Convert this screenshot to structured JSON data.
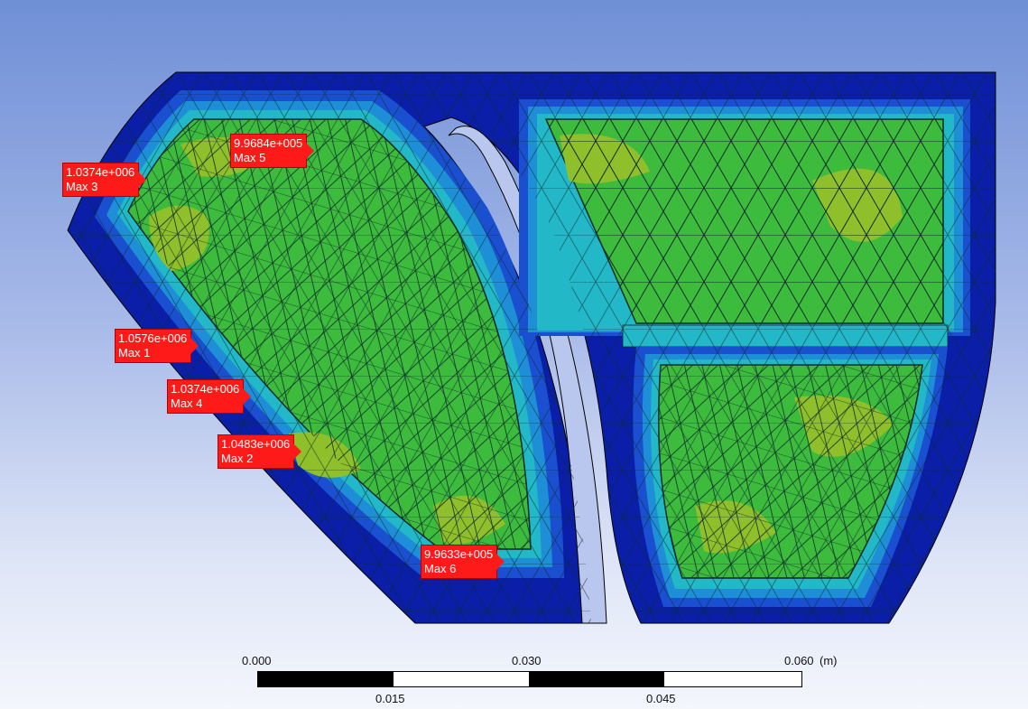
{
  "viewport": {
    "background_top": "#6f8fd6",
    "background_bottom": "#f4f6fc",
    "contour_colors": [
      "#0a1ea8",
      "#1a4fd0",
      "#1e8fd6",
      "#22b8c8",
      "#2ec99a",
      "#3dbb3d",
      "#8fbf2a"
    ]
  },
  "probes": [
    {
      "value": "1.0374e+006",
      "label": "Max 3"
    },
    {
      "value": "9.9684e+005",
      "label": "Max 5"
    },
    {
      "value": "1.0576e+006",
      "label": "Max 1"
    },
    {
      "value": "1.0374e+006",
      "label": "Max 4"
    },
    {
      "value": "1.0483e+006",
      "label": "Max 2"
    },
    {
      "value": "9.9633e+005",
      "label": "Max 6"
    }
  ],
  "scale_bar": {
    "top_ticks": [
      "0.000",
      "0.030",
      "0.060"
    ],
    "bottom_ticks": [
      "0.015",
      "0.045"
    ],
    "unit": "(m)"
  }
}
